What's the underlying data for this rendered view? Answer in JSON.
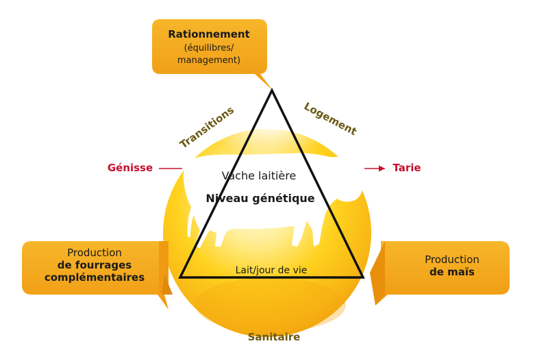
{
  "callouts": {
    "top": {
      "line1": "Rationnement",
      "line2": "(équilibres/",
      "line3": "management)"
    },
    "left": {
      "line1": "Production",
      "line2": "de fourrages",
      "line3": "complémentaires"
    },
    "right": {
      "line1": "Production",
      "line2": "de maïs"
    }
  },
  "arc_labels": {
    "transitions": "Transitions",
    "logement": "Logement",
    "sanitaire": "Sanitaire"
  },
  "stages": {
    "before": "Génisse",
    "after": "Tarie"
  },
  "center": {
    "title": "Vache laitière",
    "subtitle": "Niveau génétique",
    "base": "Lait/jour de vie"
  },
  "colors": {
    "callout_orange": "#f2a51a",
    "sphere_light": "#fff4b0",
    "sphere_mid": "#ffd21f",
    "sphere_dark": "#f29b0c",
    "label_olive": "#6b5a14",
    "stage_red": "#c8102e",
    "triangle": "#111111"
  }
}
